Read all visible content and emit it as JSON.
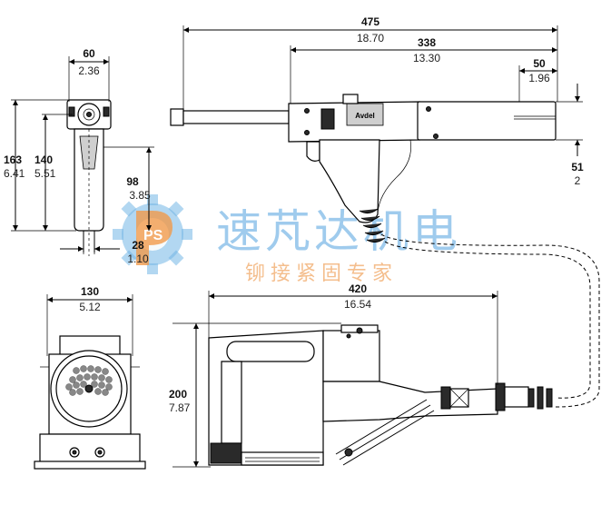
{
  "dimensions": {
    "side_width": {
      "mm": "60",
      "in": "2.36"
    },
    "side_height_total": {
      "mm": "163",
      "in": "6.41"
    },
    "side_height_body": {
      "mm": "140",
      "in": "5.51"
    },
    "side_grip_height": {
      "mm": "98",
      "in": "3.85"
    },
    "side_grip_width": {
      "mm": "28",
      "in": "1.10"
    },
    "tool_total_length": {
      "mm": "475",
      "in": "18.70"
    },
    "tool_body_length": {
      "mm": "338",
      "in": "13.30"
    },
    "tool_rear": {
      "mm": "50",
      "in": "1.96"
    },
    "tool_height": {
      "mm": "51",
      "in": "2"
    },
    "base_width": {
      "mm": "130",
      "in": "5.12"
    },
    "base_length": {
      "mm": "420",
      "in": "16.54"
    },
    "base_height": {
      "mm": "200",
      "in": "7.87"
    }
  },
  "brand_label": "Avdel",
  "watermark": {
    "title": "速芃达机电",
    "subtitle": "铆接紧固专家",
    "logo_letters": "PS"
  },
  "colors": {
    "watermark_blue": "#8fc3ea",
    "watermark_orange": "#f3b37a",
    "logo_blue": "#5aa9e0",
    "logo_orange": "#f08a2c"
  }
}
